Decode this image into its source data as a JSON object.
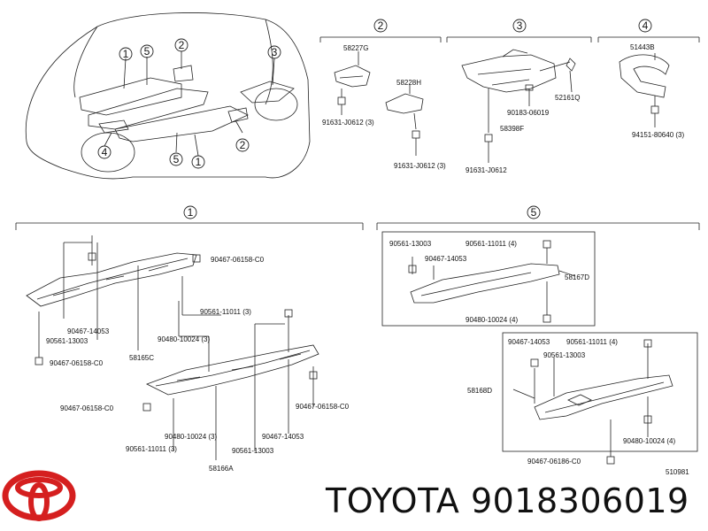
{
  "figure_code": "510981",
  "brand": {
    "name": "TOYOTA",
    "part_number": "9018306019"
  },
  "overview": {
    "labels": [
      "1",
      "5",
      "2",
      "3",
      "4",
      "2",
      "5",
      "1"
    ]
  },
  "group2": {
    "index": "2",
    "parts": [
      "58227G",
      "58228H",
      "91631-J0612 (3)",
      "91631-J0612 (3)"
    ]
  },
  "group3": {
    "index": "3",
    "parts": [
      "52161Q",
      "90183-06019",
      "58398F",
      "91631-J0612"
    ]
  },
  "group4": {
    "index": "4",
    "parts": [
      "51443B",
      "94151-80640 (3)"
    ]
  },
  "group1": {
    "index": "1",
    "top": {
      "ref": "58165C",
      "parts": [
        "90467-06158-C0",
        "90561-11011 (3)",
        "90480-10024 (3)",
        "90467-14053",
        "90561-13003",
        "90467-06158-C0"
      ]
    },
    "bottom": {
      "ref": "58166A",
      "parts": [
        "90467-06158-C0",
        "90467-06158-C0",
        "90480-10024 (3)",
        "90467-14053",
        "90561-11011 (3)",
        "90561-13003"
      ]
    }
  },
  "group5": {
    "index": "5",
    "top": {
      "ref": "58167D",
      "parts": [
        "90561-13003",
        "90561-11011 (4)",
        "90467-14053",
        "90480-10024 (4)"
      ]
    },
    "bottom": {
      "ref": "58168D",
      "parts": [
        "90467-14053",
        "90561-11011 (4)",
        "90561-13003",
        "90480-10024 (4)",
        "90467-06186-C0"
      ]
    }
  }
}
